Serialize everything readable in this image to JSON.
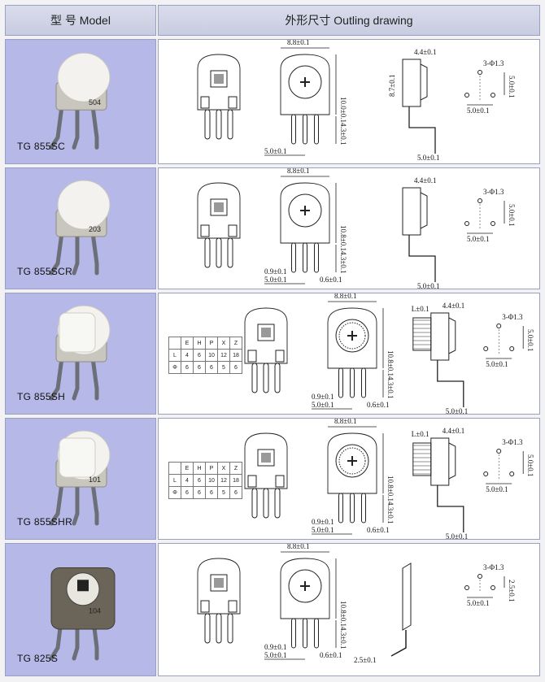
{
  "header": {
    "model_label": "型 号 Model",
    "drawing_label": "外形尺寸 Outling drawing"
  },
  "rows": [
    {
      "model": "TG 855SC",
      "code": "504",
      "dims": {
        "width": "8.8±0.1",
        "height": "10.0±0.1",
        "side_w": "4.4±0.1",
        "side_h": "8.7±0.1",
        "lead_h": "4.3±0.1",
        "pitch_a": "5.0±0.1",
        "pitch_b": "5.0±0.1",
        "hole": "3-Φ1.3",
        "pcb_v": "5.0±0.1",
        "pcb_h": "5.0±0.1"
      }
    },
    {
      "model": "TG 855SCR",
      "code": "203",
      "dims": {
        "width": "8.8±0.1",
        "height": "10.8±0.1",
        "side_w": "4.4±0.1",
        "lead_h": "4.3±0.1",
        "lead_w": "0.9±0.1",
        "pitch_a": "5.0±0.1",
        "lead_t": "0.6±0.1",
        "pitch_b": "5.0±0.1",
        "hole": "3-Φ1.3",
        "pcb_v": "5.0±0.1",
        "pcb_h": "5.0±0.1"
      }
    },
    {
      "model": "TG 855SH",
      "code": "",
      "table": {
        "header": [
          "",
          "E",
          "H",
          "P",
          "X",
          "Z"
        ],
        "rows": [
          [
            "L",
            "4",
            "6",
            "10",
            "12",
            "18"
          ],
          [
            "Φ",
            "6",
            "6",
            "6",
            "5",
            "6"
          ]
        ]
      },
      "dims": {
        "width": "8.8±0.1",
        "height": "10.8±0.1",
        "shaft_l": "L±0.1",
        "side_w": "4.4±0.1",
        "lead_h": "4.3±0.1",
        "lead_w": "0.9±0.1",
        "pitch_a": "5.0±0.1",
        "lead_t": "0.6±0.1",
        "pitch_b": "5.0±0.1",
        "hole": "3-Φ1.3",
        "pcb_v": "5.0±0.1",
        "pcb_h": "5.0±0.1"
      }
    },
    {
      "model": "TG 855SHR",
      "code": "101",
      "table": {
        "header": [
          "",
          "E",
          "H",
          "P",
          "X",
          "Z"
        ],
        "rows": [
          [
            "L",
            "4",
            "6",
            "10",
            "12",
            "18"
          ],
          [
            "Φ",
            "6",
            "6",
            "6",
            "5",
            "6"
          ]
        ]
      },
      "dims": {
        "width": "8.8±0.1",
        "height": "10.8±0.1",
        "shaft_l": "L±0.1",
        "side_w": "4.4±0.1",
        "lead_h": "4.3±0.1",
        "lead_w": "0.9±0.1",
        "pitch_a": "5.0±0.1",
        "lead_t": "0.6±0.1",
        "pitch_b": "5.0±0.1",
        "hole": "3-Φ1.3",
        "pcb_v": "5.0±0.1",
        "pcb_h": "5.0±0.1"
      }
    },
    {
      "model": "TG 825S",
      "code": "104",
      "dims": {
        "width": "8.8±0.1",
        "height": "10.8±0.1",
        "lead_h": "4.3±0.1",
        "lead_w": "0.9±0.1",
        "pitch_a": "5.0±0.1",
        "lead_t": "0.6±0.1",
        "side_b": "2.5±0.1",
        "hole": "3-Φ1.3",
        "pcb_v": "2.5±0.1",
        "pcb_h": "5.0±0.1"
      }
    }
  ],
  "colors": {
    "photo_bg": "#b6b9e8",
    "header_bg": "#d2d5e6",
    "border": "#9aa0c0"
  }
}
